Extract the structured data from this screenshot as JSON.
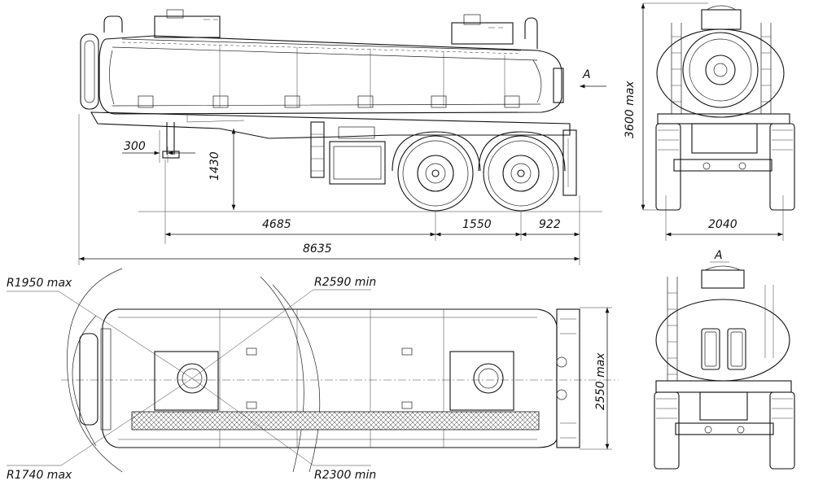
{
  "dimensions": {
    "overhang_front": "300",
    "coupling_height": "1430",
    "kingpin_to_axle": "4685",
    "axle_spread": "1550",
    "rear_overhang": "922",
    "overall_length": "8635",
    "overall_height": "3600 max",
    "track_width": "2040",
    "overall_width": "2550 max"
  },
  "radii": {
    "r1950": "R1950 max",
    "r2590": "R2590 min",
    "r1740": "R1740 max",
    "r2300": "R2300 min"
  },
  "view_labels": {
    "view_a_arrow": "A",
    "view_a_title": "A"
  }
}
